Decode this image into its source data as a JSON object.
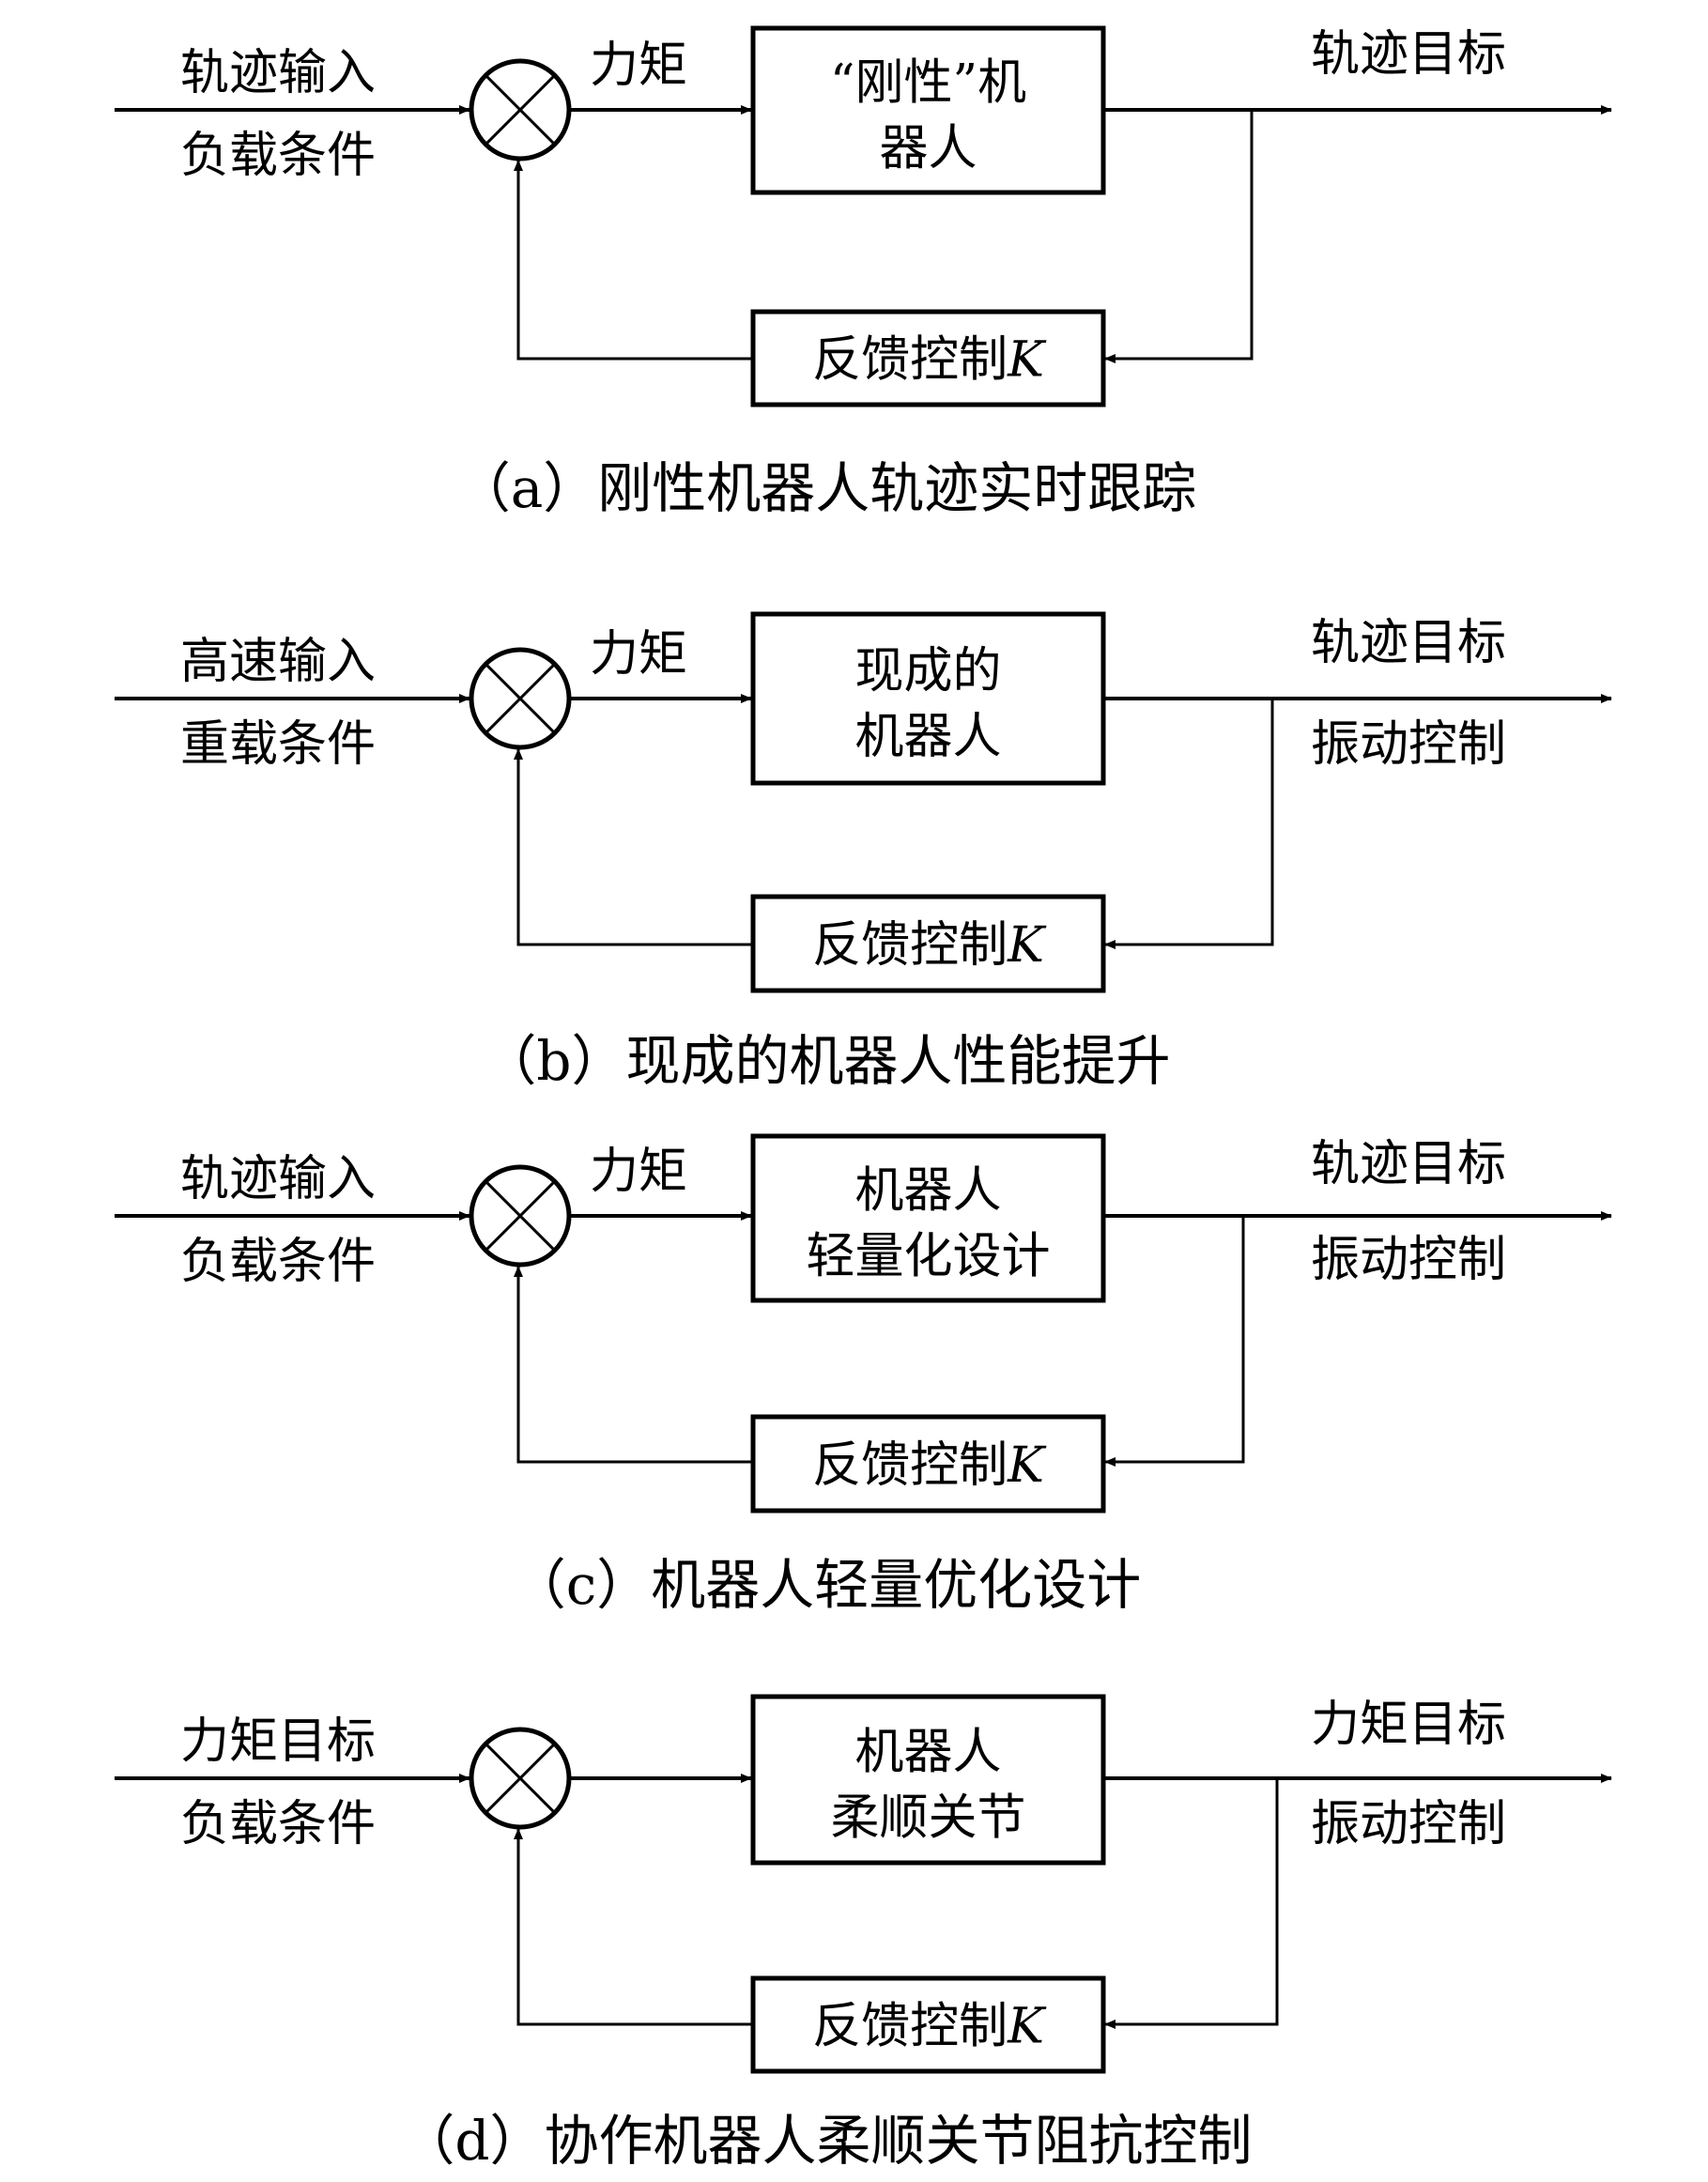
{
  "figure": {
    "panels": [
      {
        "id": "a",
        "inputs": [
          "轨迹输入",
          "负载条件"
        ],
        "torque_label": "力矩",
        "plant_lines": [
          "“刚性”机",
          "器人"
        ],
        "outputs": [
          "轨迹目标"
        ],
        "feedback_label": "反馈控制",
        "feedback_symbol": "K",
        "caption": "（a）刚性机器人轨迹实时跟踪"
      },
      {
        "id": "b",
        "inputs": [
          "高速输入",
          "重载条件"
        ],
        "torque_label": "力矩",
        "plant_lines": [
          "现成的",
          "机器人"
        ],
        "outputs": [
          "轨迹目标",
          "振动控制"
        ],
        "feedback_label": "反馈控制",
        "feedback_symbol": "K",
        "caption": "（b）现成的机器人性能提升"
      },
      {
        "id": "c",
        "inputs": [
          "轨迹输入",
          "负载条件"
        ],
        "torque_label": "力矩",
        "plant_lines": [
          "机器人",
          "轻量化设计"
        ],
        "outputs": [
          "轨迹目标",
          "振动控制"
        ],
        "feedback_label": "反馈控制",
        "feedback_symbol": "K",
        "caption": "（c）机器人轻量优化设计"
      },
      {
        "id": "d",
        "inputs": [
          "力矩目标",
          "负载条件"
        ],
        "torque_label": "",
        "plant_lines": [
          "机器人",
          "柔顺关节"
        ],
        "outputs": [
          "力矩目标",
          "振动控制"
        ],
        "feedback_label": "反馈控制",
        "feedback_symbol": "K",
        "caption": "（d）协作机器人柔顺关节阻抗控制"
      }
    ]
  }
}
